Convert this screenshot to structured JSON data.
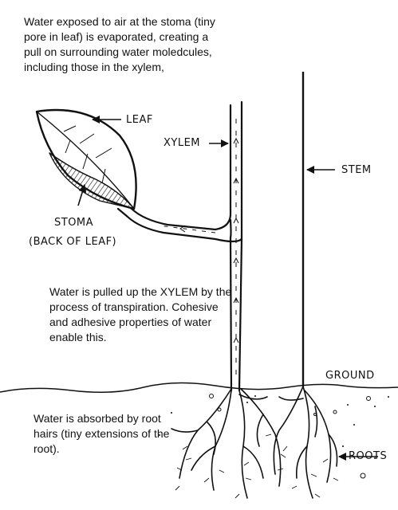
{
  "notes": {
    "top": "Water exposed to air at the stoma (tiny pore in leaf) is evaporated, creating a pull on surrounding water moledcules, including those in the xylem,",
    "middle": "Water is pulled up the XYLEM by the process of transpiration. Cohesive and adhesive properties of water enable this.",
    "bottom": "Water is absorbed by root hairs (tiny extensions of the root)."
  },
  "labels": {
    "leaf": "LEAF",
    "xylem": "XYLEM",
    "stem": "STEM",
    "stoma_line1": "STOMA",
    "stoma_line2": "(BACK OF LEAF)",
    "ground": "GROUND",
    "roots": "ROOTS"
  },
  "colors": {
    "ink": "#111111",
    "paper": "#ffffff"
  }
}
